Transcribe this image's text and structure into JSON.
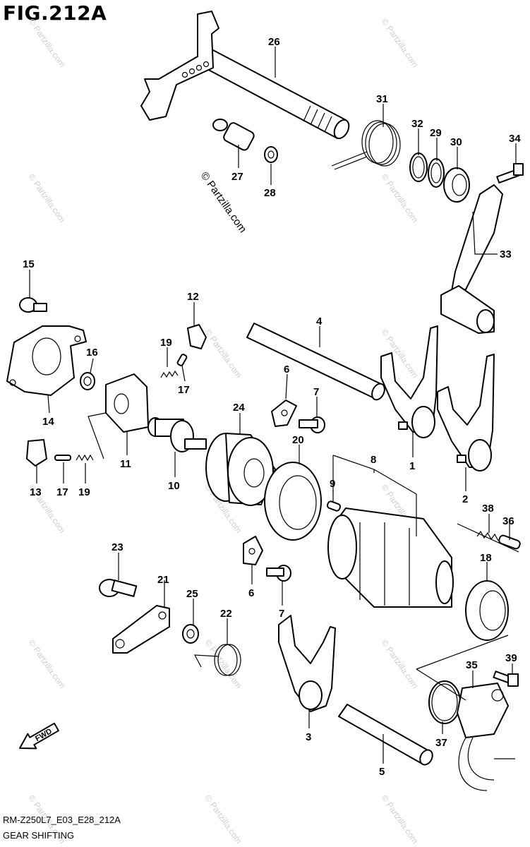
{
  "figure": {
    "title": "FIG.212A",
    "code": "RM-Z250L7_E03_E28_212A",
    "name": "GEAR SHIFTING"
  },
  "watermark": {
    "main": "© Partzilla.com",
    "repeat": "© Partzilla.com"
  },
  "fwd_label": "FWD",
  "callouts": [
    "26",
    "31",
    "32",
    "29",
    "30",
    "34",
    "27",
    "28",
    "33",
    "15",
    "12",
    "4",
    "16",
    "19",
    "17",
    "6",
    "7",
    "24",
    "14",
    "20",
    "8",
    "11",
    "13",
    "17",
    "19",
    "10",
    "9",
    "1",
    "2",
    "38",
    "36",
    "23",
    "21",
    "18",
    "6",
    "25",
    "22",
    "7",
    "39",
    "35",
    "3",
    "37",
    "5"
  ]
}
